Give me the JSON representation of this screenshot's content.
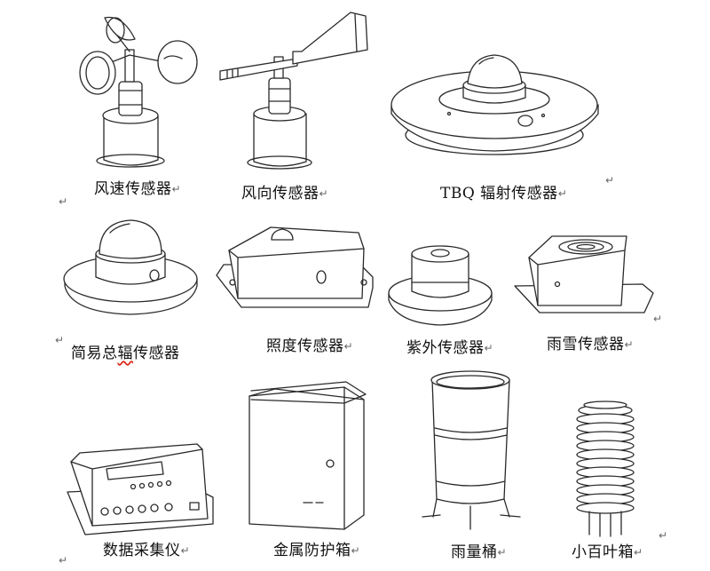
{
  "document": {
    "items": [
      {
        "label": "风速传感器",
        "icon": "anemometer-icon"
      },
      {
        "label": "风向传感器",
        "icon": "wind-vane-icon"
      },
      {
        "label": "TBQ 辐射传感器",
        "icon": "radiation-sensor-icon"
      },
      {
        "label_pre": "简易总",
        "label_mark": "辐",
        "label_post": "传感器",
        "icon": "simple-radiation-sensor-icon"
      },
      {
        "label": "照度传感器",
        "icon": "illuminance-sensor-icon"
      },
      {
        "label": "紫外传感器",
        "icon": "uv-sensor-icon"
      },
      {
        "label": "雨雪传感器",
        "icon": "rain-snow-sensor-icon"
      },
      {
        "label": "数据采集仪",
        "icon": "data-logger-icon"
      },
      {
        "label": "金属防护箱",
        "icon": "metal-enclosure-icon"
      },
      {
        "label": "雨量桶",
        "icon": "rain-gauge-icon"
      },
      {
        "label": "小百叶箱",
        "icon": "louver-shelter-icon"
      }
    ],
    "return_mark": "↵"
  }
}
